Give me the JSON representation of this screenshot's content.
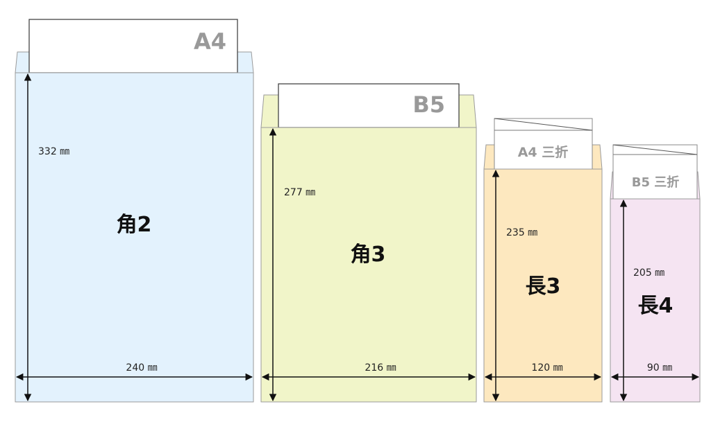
{
  "envelopes": [
    {
      "name": "角2",
      "paper": "A4",
      "height": "332 ㎜",
      "width": "240 ㎜",
      "color": "#e3f2fd"
    },
    {
      "name": "角3",
      "paper": "B5",
      "height": "277 ㎜",
      "width": "216 ㎜",
      "color": "#f1f5c9"
    },
    {
      "name": "長3",
      "paper": "A4 三折",
      "height": "235 ㎜",
      "width": "120 ㎜",
      "color": "#fde8bf"
    },
    {
      "name": "長4",
      "paper": "B5 三折",
      "height": "205 ㎜",
      "width": "90 ㎜",
      "color": "#f5e4f2"
    }
  ]
}
